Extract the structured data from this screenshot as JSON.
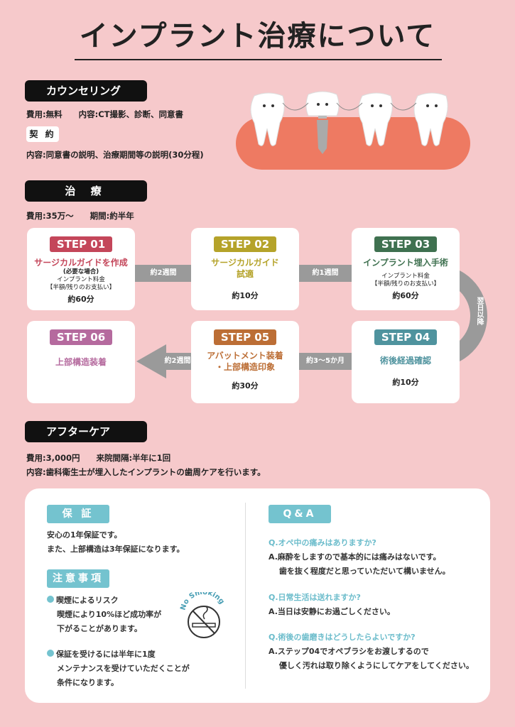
{
  "title": "インプラント治療について",
  "counseling": {
    "heading": "カウンセリング",
    "line1": "費用:無料　　内容:CT撮影、診断、同意書",
    "contract_label": "契 約",
    "line2": "内容:同意書の説明、治療期間等の説明(30分程)"
  },
  "treatment": {
    "heading": "治 療",
    "line1": "費用:35万〜　　期間:約半年",
    "steps": [
      {
        "badge": "STEP 01",
        "title": "サージカルガイドを作成",
        "sub": "(必要な場合)",
        "fee": "インプラント料金",
        "fee2": "【半額/残りのお支払い】",
        "time": "約60分",
        "color": "#c4465a"
      },
      {
        "badge": "STEP 02",
        "title": "サージカルガイド",
        "title2": "試適",
        "time": "約10分",
        "color": "#b5a32a"
      },
      {
        "badge": "STEP 03",
        "title": "インプラント埋入手術",
        "fee": "インプラント料金",
        "fee2": "【半額/残りのお支払い】",
        "time": "約60分",
        "color": "#3f7150"
      },
      {
        "badge": "STEP 04",
        "title": "術後経過確認",
        "time": "約10分",
        "color": "#4f939e"
      },
      {
        "badge": "STEP 05",
        "title": "アバットメント装着",
        "title2": "・上部構造印象",
        "time": "約30分",
        "color": "#bc6e35"
      },
      {
        "badge": "STEP 06",
        "title": "上部構造装着",
        "color": "#b56a9e"
      }
    ],
    "intervals": [
      "約2週間",
      "約1週間",
      "翌日以降",
      "約3〜5か月",
      "約2週間"
    ]
  },
  "aftercare": {
    "heading": "アフターケア",
    "line1": "費用:3,000円　　来院間隔:半年に1回",
    "line2": "内容:歯科衛生士が埋入したインプラントの歯周ケアを行います。"
  },
  "warranty": {
    "label": "保 証",
    "lines": [
      "安心の1年保証です。",
      "また、上部構造は3年保証になります。"
    ]
  },
  "notes": {
    "label": "注意事項",
    "items": [
      {
        "head": "喫煙によるリスク",
        "lines": [
          "喫煙により10%ほど成功率が",
          "下がることがあります。"
        ]
      },
      {
        "head": "保証を受けるには半年に1度",
        "lines": [
          "メンテナンスを受けていただくことが",
          "条件になります。"
        ]
      }
    ],
    "no_smoking": "No Smoking"
  },
  "qa": {
    "label": "Q&A",
    "items": [
      {
        "q": "Q.オペ中の痛みはありますか?",
        "a": [
          "A.麻酔をしますので基本的には痛みはないです。",
          "　 歯を抜く程度だと思っていただいて構いません。"
        ]
      },
      {
        "q": "Q.日常生活は送れますか?",
        "a": [
          "A.当日は安静にお過ごしください。"
        ]
      },
      {
        "q": "Q.術後の歯磨きはどうしたらよいですか?",
        "a": [
          "A.ステップ04でオペブラシをお渡しするので",
          "　 優しく汚れは取り除くようにしてケアをしてください。"
        ]
      }
    ]
  }
}
